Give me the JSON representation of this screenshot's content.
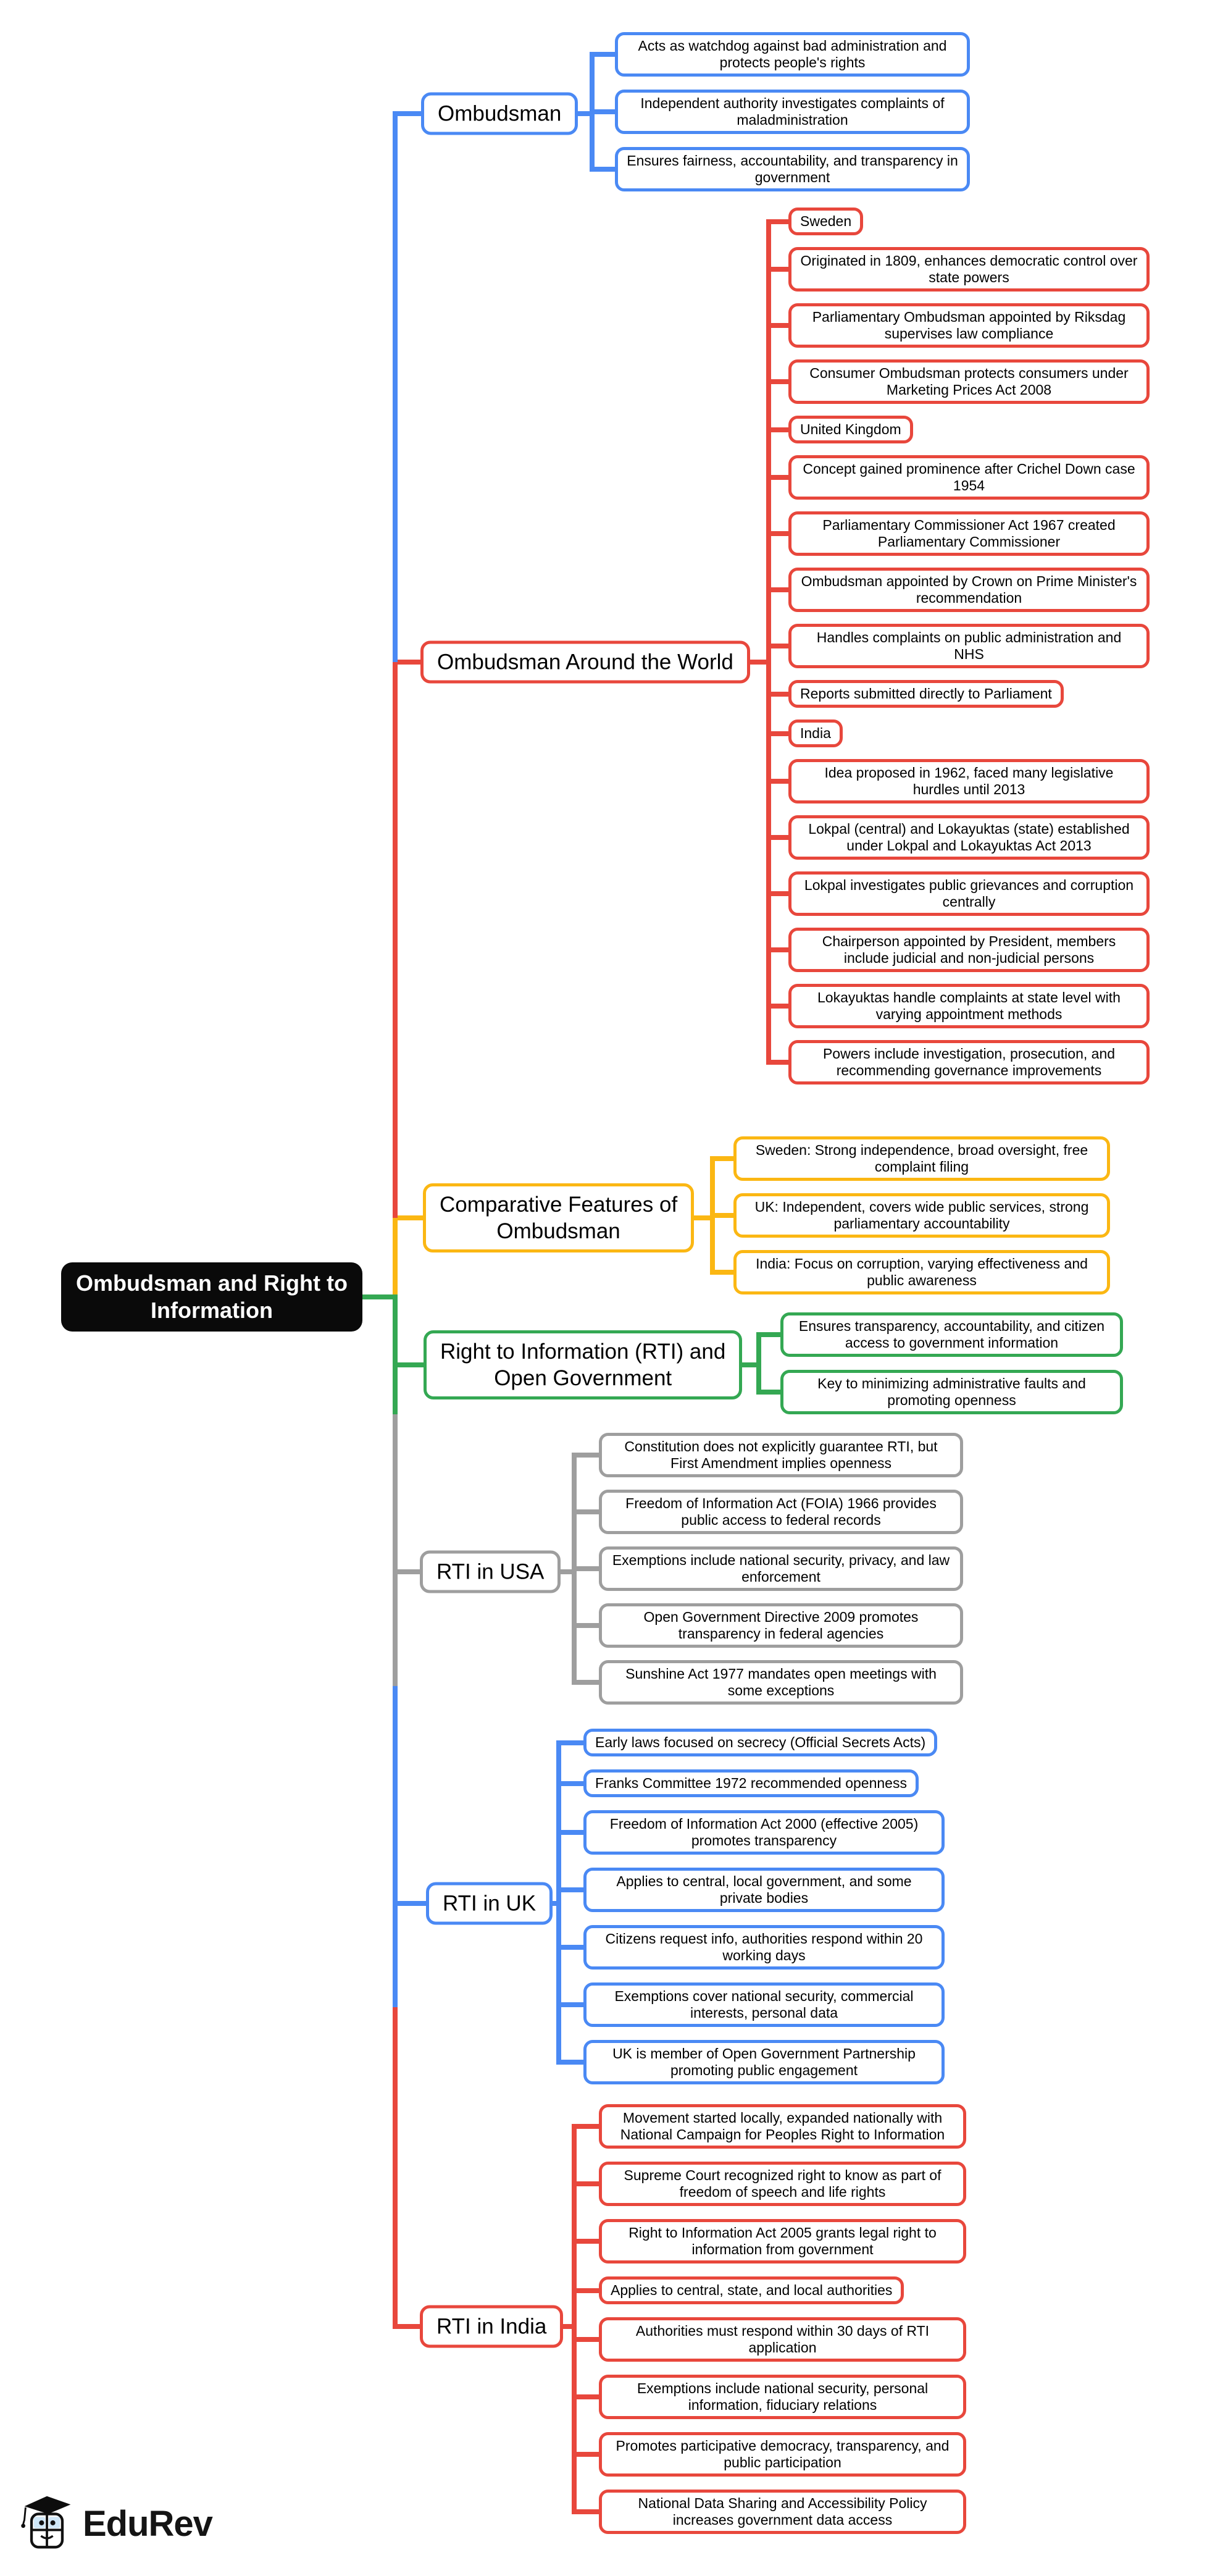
{
  "root": {
    "title": "Ombudsman and Right to\nInformation"
  },
  "colors": {
    "blue": "#4a89f4",
    "red": "#e8473c",
    "yellow": "#fbb713",
    "green": "#34a853",
    "gray": "#9e9e9e",
    "black": "#0a0a0a"
  },
  "branches": [
    {
      "id": "ombudsman",
      "label": "Ombudsman",
      "color": "#4a89f4",
      "children": [
        "Acts as watchdog against bad administration and protects people's rights",
        "Independent authority investigates complaints of maladministration",
        "Ensures fairness, accountability, and transparency in government"
      ]
    },
    {
      "id": "ombudsman-around-the-world",
      "label": "Ombudsman Around the World",
      "color": "#e8473c",
      "children": [
        "Sweden",
        "Originated in 1809, enhances democratic control over state powers",
        "Parliamentary Ombudsman appointed by Riksdag supervises law compliance",
        "Consumer Ombudsman protects consumers under Marketing Prices Act 2008",
        "United Kingdom",
        "Concept gained prominence after Crichel Down case 1954",
        "Parliamentary Commissioner Act 1967 created Parliamentary Commissioner",
        "Ombudsman appointed by Crown on Prime Minister's recommendation",
        "Handles complaints on public administration and NHS",
        "Reports submitted directly to Parliament",
        "India",
        "Idea proposed in 1962, faced many legislative hurdles until 2013",
        "Lokpal (central) and Lokayuktas (state) established under Lokpal and Lokayuktas Act 2013",
        "Lokpal investigates public grievances and corruption centrally",
        "Chairperson appointed by President, members include judicial and non-judicial persons",
        "Lokayuktas handle complaints at state level with varying appointment methods",
        "Powers include investigation, prosecution, and recommending governance improvements"
      ]
    },
    {
      "id": "comparative-features",
      "label": "Comparative Features of\nOmbudsman",
      "color": "#fbb713",
      "children": [
        "Sweden: Strong independence, broad oversight, free complaint filing",
        "UK: Independent, covers wide public services, strong parliamentary accountability",
        "India: Focus on corruption, varying effectiveness and public awareness"
      ]
    },
    {
      "id": "rti-open-government",
      "label": "Right to Information (RTI) and\nOpen Government",
      "color": "#34a853",
      "children": [
        "Ensures transparency, accountability, and citizen access to government information",
        "Key to minimizing administrative faults and promoting openness"
      ]
    },
    {
      "id": "rti-usa",
      "label": "RTI in USA",
      "color": "#9e9e9e",
      "children": [
        "Constitution does not explicitly guarantee RTI, but First Amendment implies openness",
        "Freedom of Information Act (FOIA) 1966 provides public access to federal records",
        "Exemptions include national security, privacy, and law enforcement",
        "Open Government Directive 2009 promotes transparency in federal agencies",
        "Sunshine Act 1977 mandates open meetings with some exceptions"
      ]
    },
    {
      "id": "rti-uk",
      "label": "RTI in UK",
      "color": "#4a89f4",
      "children": [
        "Early laws focused on secrecy (Official Secrets Acts)",
        "Franks Committee 1972 recommended openness",
        "Freedom of Information Act 2000 (effective 2005) promotes transparency",
        "Applies to central, local government, and some private bodies",
        "Citizens request info, authorities respond within 20 working days",
        "Exemptions cover national security, commercial interests, personal data",
        "UK is member of Open Government Partnership promoting public engagement"
      ]
    },
    {
      "id": "rti-india",
      "label": "RTI in India",
      "color": "#e8473c",
      "children": [
        "Movement started locally, expanded nationally with National Campaign for Peoples Right to Information",
        "Supreme Court recognized right to know as part of freedom of speech and life rights",
        "Right to Information Act 2005 grants legal right to information from government",
        "Applies to central, state, and local authorities",
        "Authorities must respond within 30 days of RTI application",
        "Exemptions include national security, personal information, fiduciary relations",
        "Promotes participative democracy, transparency, and public participation",
        "National Data Sharing and Accessibility Policy increases government data access"
      ]
    }
  ],
  "logo": {
    "text": "EduRev"
  }
}
